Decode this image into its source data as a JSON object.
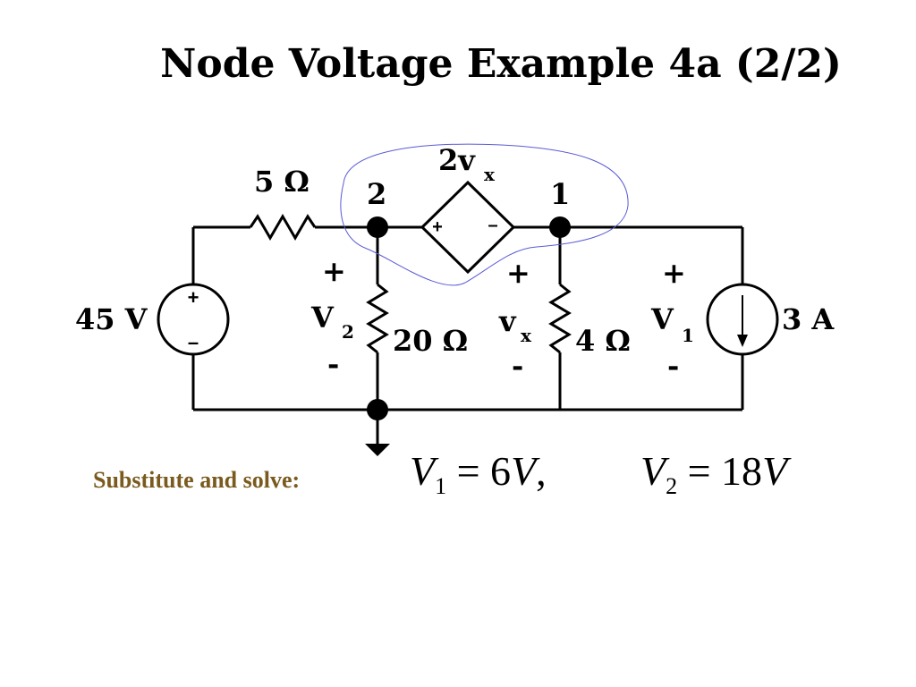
{
  "slide": {
    "title": "Node Voltage Example 4a (2/2)"
  },
  "circuit": {
    "source_voltage": "45 V",
    "source_plus": "+",
    "source_minus": "–",
    "resistor_series": "5 Ω",
    "node_2": "2",
    "node_1": "1",
    "dependent_label_main": "2v",
    "dependent_label_sub": "x",
    "dependent_plus": "+",
    "dependent_minus": "–",
    "v2_plus": "+",
    "v2_main": "V",
    "v2_sub": "2",
    "v2_minus": "-",
    "resistor_20": "20 Ω",
    "vx_plus": "+",
    "vx_main": "v",
    "vx_sub": "x",
    "vx_minus": "-",
    "resistor_4": "4 Ω",
    "v1_plus": "+",
    "v1_main": "V",
    "v1_sub": "1",
    "v1_minus": "-",
    "current_source": "3 A"
  },
  "solution": {
    "caption": "Substitute and solve:",
    "eq1_var": "V",
    "eq1_sub": "1",
    "eq1_rhs": " = 6",
    "eq1_unit": "V",
    "eq1_comma": ",",
    "eq2_var": "V",
    "eq2_sub": "2",
    "eq2_rhs": " = 18",
    "eq2_unit": "V"
  },
  "colors": {
    "caption": "#7a5a1e",
    "annotation": "#5a5ad6",
    "wire": "#000000"
  }
}
